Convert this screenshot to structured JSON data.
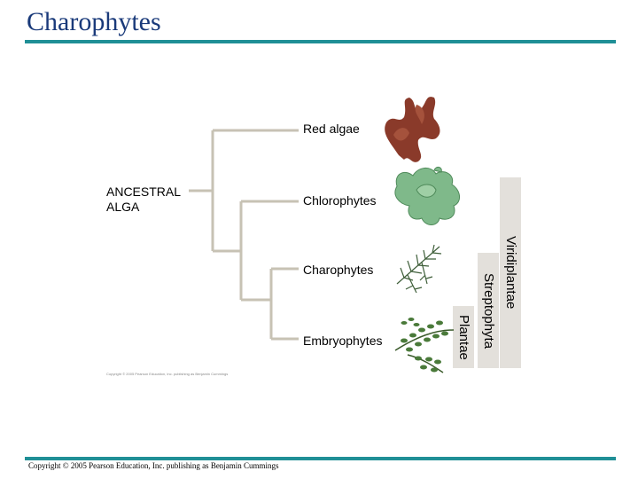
{
  "slide_title": "Charophytes",
  "tree": {
    "root_label": [
      "ANCESTRAL",
      "ALGA"
    ],
    "taxa": [
      "Red algae",
      "Chlorophytes",
      "Charophytes",
      "Embryophytes"
    ],
    "clades": [
      "Plantae",
      "Streptophyta",
      "Viridiplantae"
    ],
    "image_credit": "Copyright © 2005 Pearson Education, Inc. publishing as Benjamin Cummings"
  },
  "colors": {
    "title": "#1a3a7a",
    "rule": "#1f8f96",
    "branch": "#c7c2b4",
    "clade_bar": "#e3e0db",
    "red_alga": "#8a3a2a",
    "green_alga": "#7fb98a",
    "plant": "#4a7a3a"
  },
  "footer": {
    "copyright": "Copyright © 2005 Pearson Education, Inc. publishing as Benjamin Cummings"
  }
}
